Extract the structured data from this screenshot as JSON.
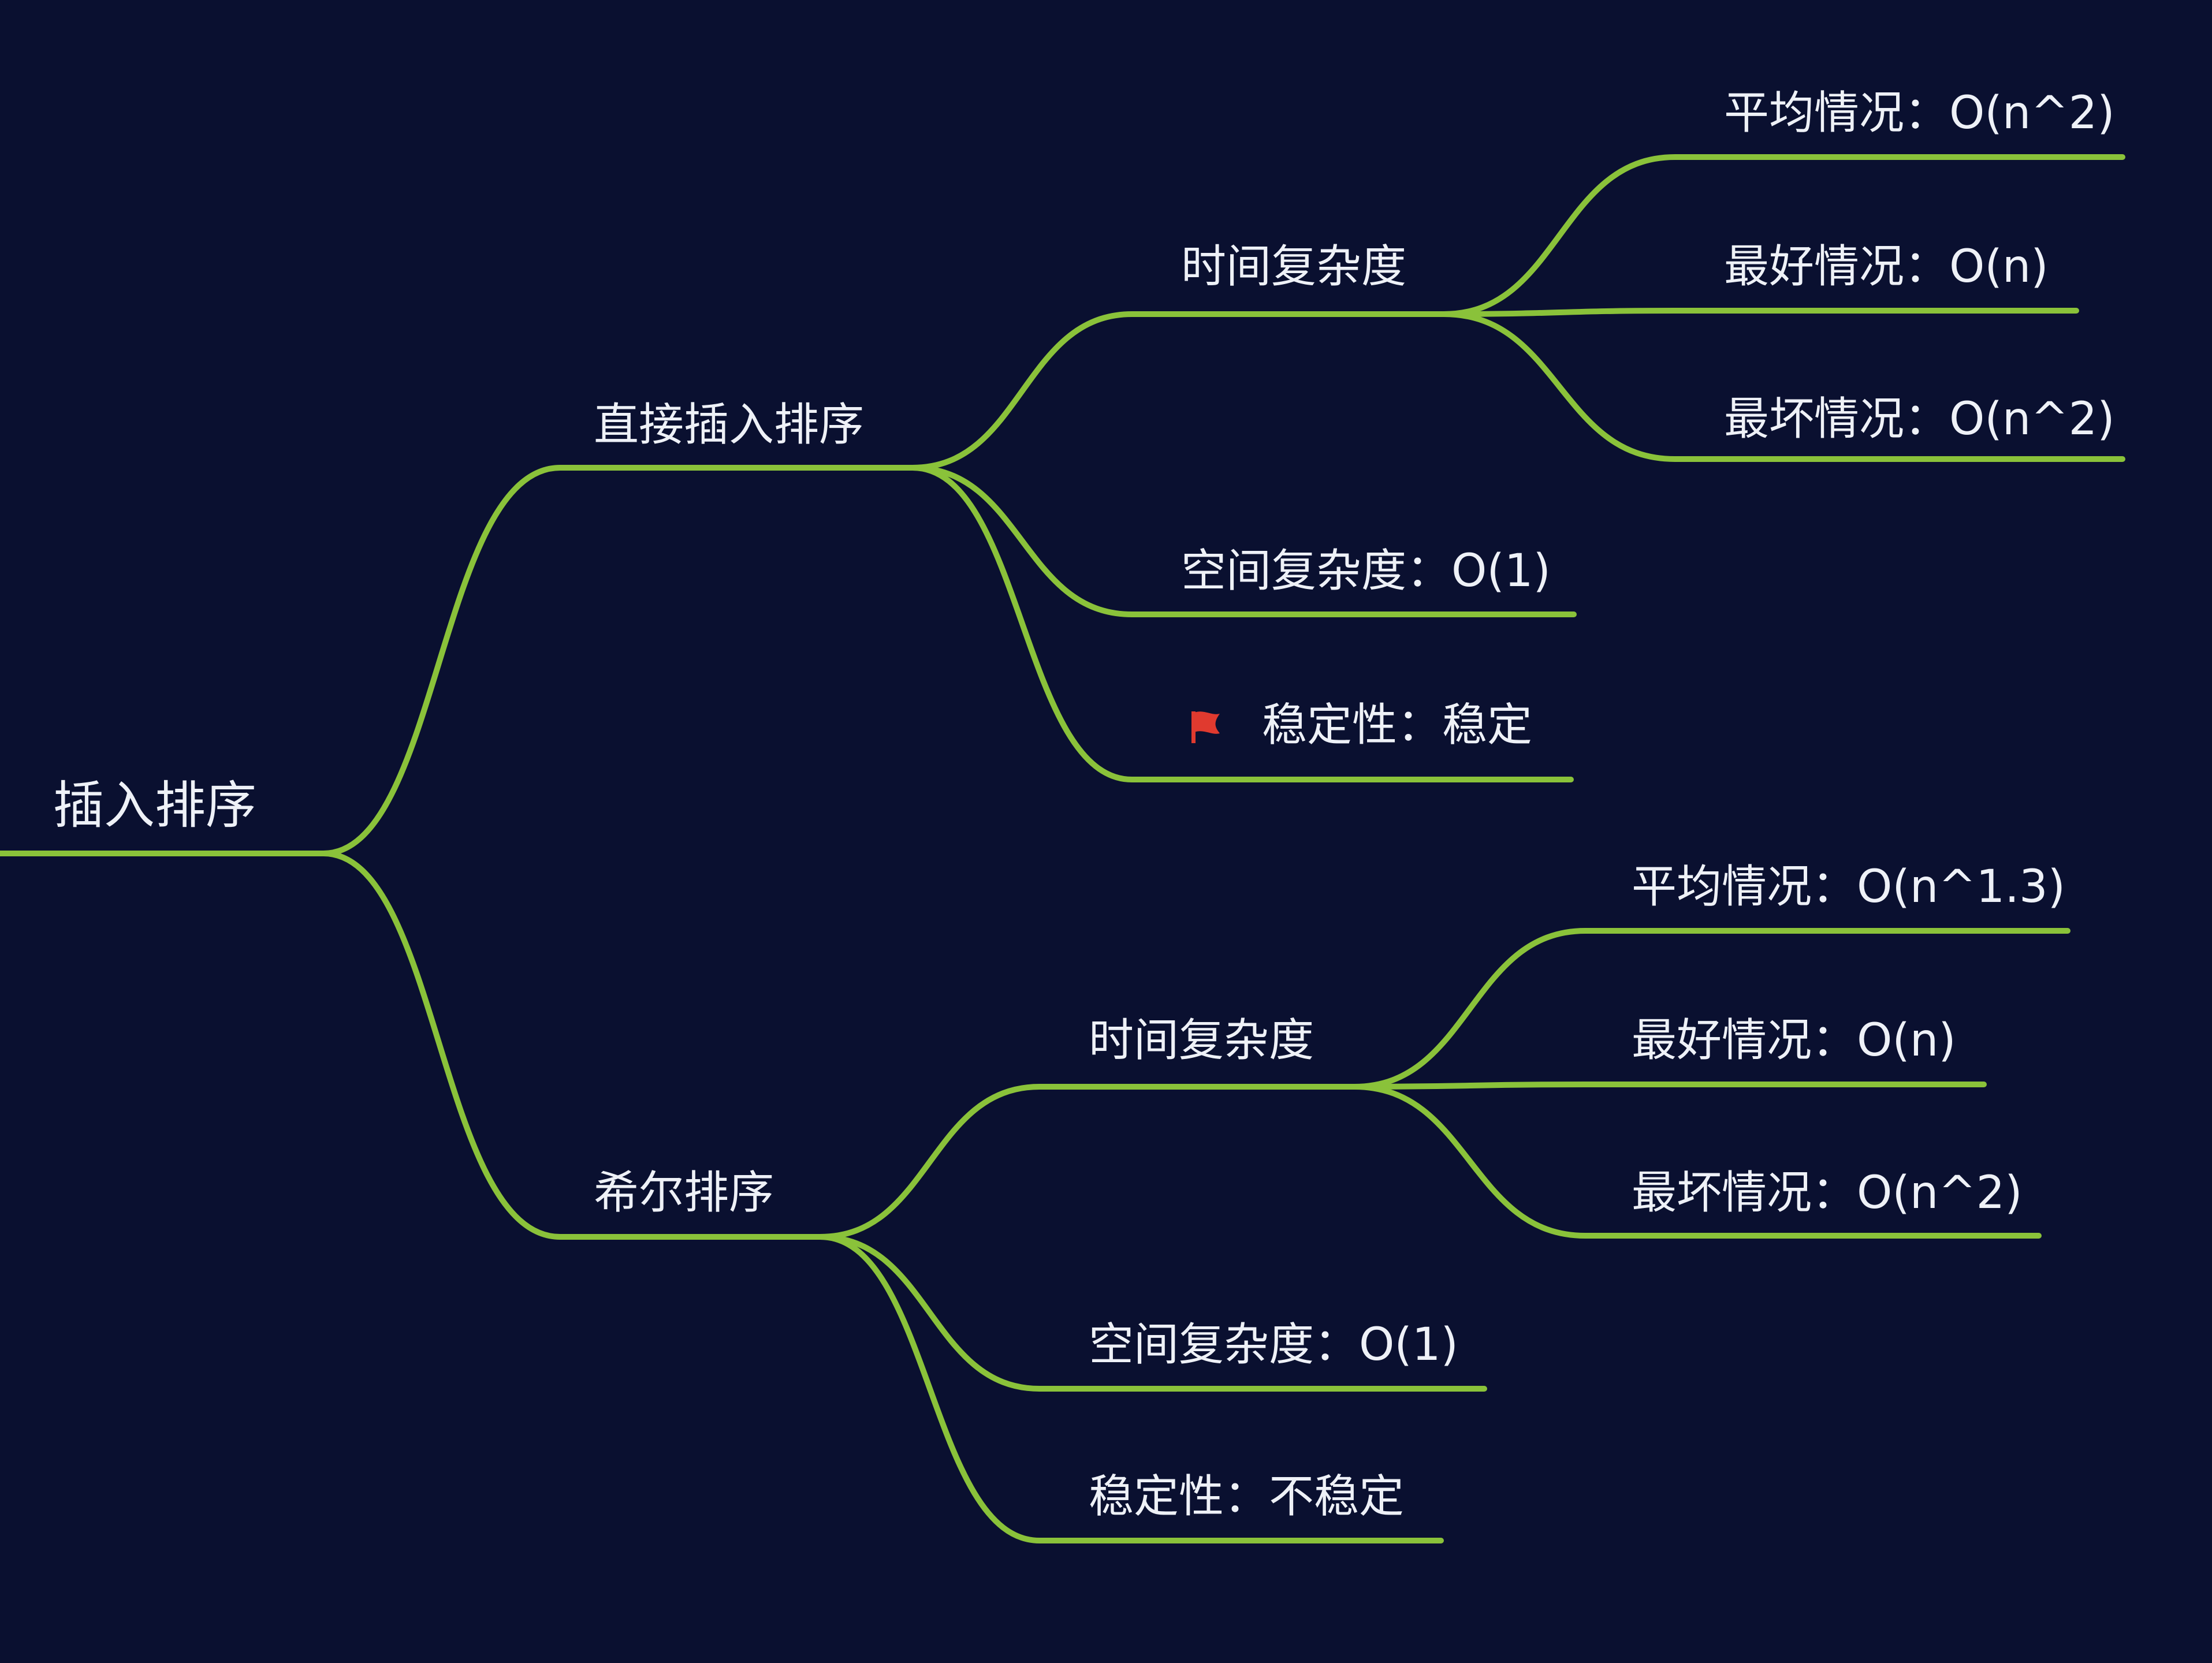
{
  "mindmap": {
    "root": "插入排序",
    "colors": {
      "background": "#0a1030",
      "branch": "#8ac23a",
      "text": "#eef1f7",
      "flag": "#e03a2f"
    },
    "direct_insertion": {
      "title": "直接插入排序",
      "time_complexity": {
        "title": "时间复杂度",
        "average": "平均情况：O(n^2)",
        "best": "最好情况：O(n)",
        "worst": "最坏情况：O(n^2)"
      },
      "space_complexity": "空间复杂度：O(1)",
      "stability": {
        "icon": "red-flag-icon",
        "text": "稳定性：稳定"
      }
    },
    "shell_sort": {
      "title": "希尔排序",
      "time_complexity": {
        "title": "时间复杂度",
        "average": "平均情况：O(n^1.3)",
        "best": "最好情况：O(n)",
        "worst": "最坏情况：O(n^2)"
      },
      "space_complexity": "空间复杂度：O(1)",
      "stability": "稳定性：不稳定"
    }
  }
}
